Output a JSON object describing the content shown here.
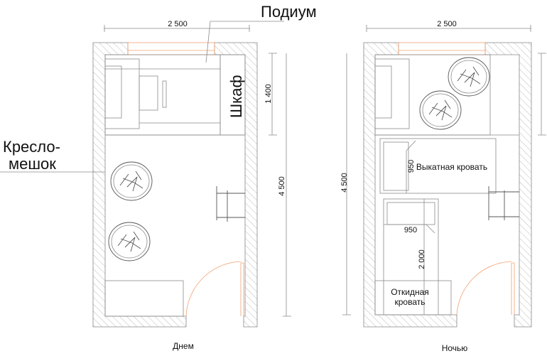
{
  "labels": {
    "podium": "Подиум",
    "beanbag_line1": "Кресло-",
    "beanbag_line2": "мешок",
    "wardrobe": "Шкаф",
    "day": "Днем",
    "night": "Ночью"
  },
  "dimensions": {
    "width_left": "2 500",
    "width_right": "2 500",
    "zone_depth": "1 400",
    "length_left": "4 500",
    "length_right": "4 500"
  },
  "beds": {
    "rollout_label": "Выкатная кровать",
    "rollout_width": "950",
    "fold_width": "950",
    "fold_length": "2 000",
    "fold_label_line1": "Откидная",
    "fold_label_line2": "кровать"
  },
  "colors": {
    "window": "#f0a070",
    "lines": "#8a8a8a"
  }
}
